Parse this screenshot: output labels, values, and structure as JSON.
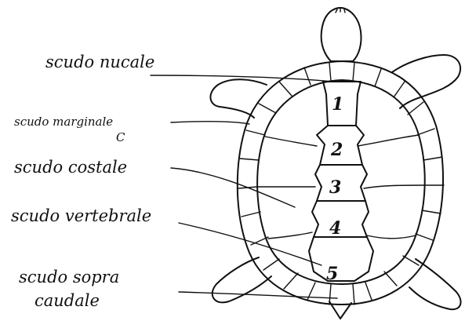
{
  "labels": {
    "nucale": "scudo nucale",
    "marginale": "scudo marginale",
    "costale": "scudo costale",
    "vertebrale": "scudo vertebrale",
    "sopracaudale_line1": "scudo sopra",
    "sopracaudale_line2": "caudale"
  },
  "vertebral_numbers": [
    "1",
    "2",
    "3",
    "4",
    "5"
  ]
}
